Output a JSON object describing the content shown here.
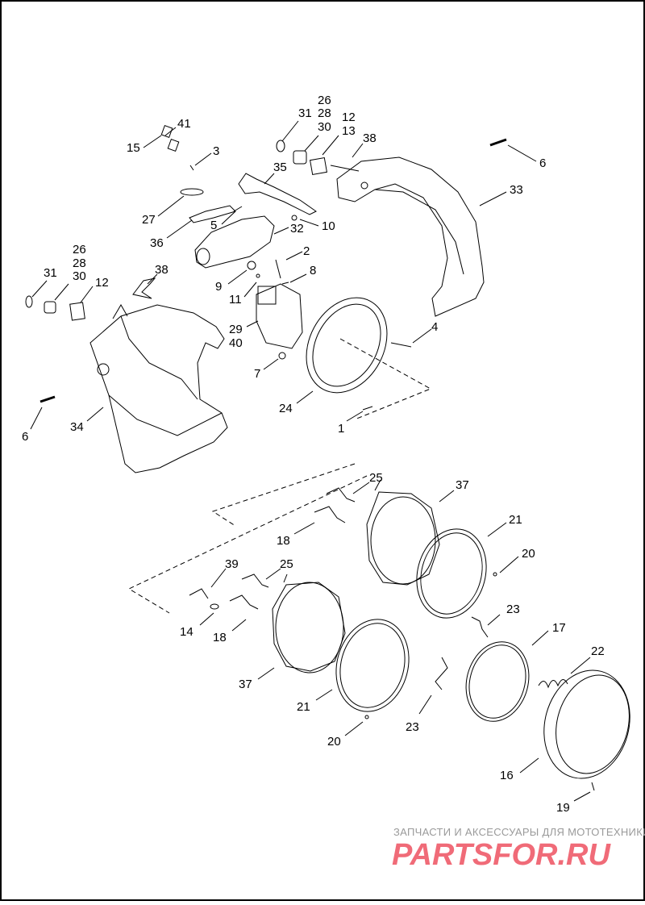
{
  "labels": [
    {
      "id": "l15",
      "text": "15"
    },
    {
      "id": "l41",
      "text": "41"
    },
    {
      "id": "l3",
      "text": "3"
    },
    {
      "id": "l27",
      "text": "27"
    },
    {
      "id": "l36",
      "text": "36"
    },
    {
      "id": "l5",
      "text": "5"
    },
    {
      "id": "l31a",
      "text": "31"
    },
    {
      "id": "l26a",
      "text": "26"
    },
    {
      "id": "l28a",
      "text": "28"
    },
    {
      "id": "l30a",
      "text": "30"
    },
    {
      "id": "l12a",
      "text": "12"
    },
    {
      "id": "l13",
      "text": "13"
    },
    {
      "id": "l38a",
      "text": "38"
    },
    {
      "id": "l35",
      "text": "35"
    },
    {
      "id": "l10",
      "text": "10"
    },
    {
      "id": "l32",
      "text": "32"
    },
    {
      "id": "l6a",
      "text": "6"
    },
    {
      "id": "l33",
      "text": "33"
    },
    {
      "id": "l2",
      "text": "2"
    },
    {
      "id": "l8",
      "text": "8"
    },
    {
      "id": "l9",
      "text": "9"
    },
    {
      "id": "l11",
      "text": "11"
    },
    {
      "id": "l29",
      "text": "29"
    },
    {
      "id": "l40",
      "text": "40"
    },
    {
      "id": "l7",
      "text": "7"
    },
    {
      "id": "l4",
      "text": "4"
    },
    {
      "id": "l24",
      "text": "24"
    },
    {
      "id": "l1",
      "text": "1"
    },
    {
      "id": "l26b",
      "text": "26"
    },
    {
      "id": "l28b",
      "text": "28"
    },
    {
      "id": "l30b",
      "text": "30"
    },
    {
      "id": "l31b",
      "text": "31"
    },
    {
      "id": "l12b",
      "text": "12"
    },
    {
      "id": "l38b",
      "text": "38"
    },
    {
      "id": "l34",
      "text": "34"
    },
    {
      "id": "l6b",
      "text": "6"
    },
    {
      "id": "l25a",
      "text": "25"
    },
    {
      "id": "l37a",
      "text": "37"
    },
    {
      "id": "l18a",
      "text": "18"
    },
    {
      "id": "l21a",
      "text": "21"
    },
    {
      "id": "l20a",
      "text": "20"
    },
    {
      "id": "l39",
      "text": "39"
    },
    {
      "id": "l25b",
      "text": "25"
    },
    {
      "id": "l14",
      "text": "14"
    },
    {
      "id": "l18b",
      "text": "18"
    },
    {
      "id": "l23a",
      "text": "23"
    },
    {
      "id": "l17",
      "text": "17"
    },
    {
      "id": "l37b",
      "text": "37"
    },
    {
      "id": "l21b",
      "text": "21"
    },
    {
      "id": "l20b",
      "text": "20"
    },
    {
      "id": "l23b",
      "text": "23"
    },
    {
      "id": "l22",
      "text": "22"
    },
    {
      "id": "l16",
      "text": "16"
    },
    {
      "id": "l19",
      "text": "19"
    }
  ],
  "watermark": {
    "tagline": "ЗАПЧАСТИ И АКСЕССУАРЫ ДЛЯ МОТОТЕХНИКИ",
    "logo": "PARTSFOR.RU"
  }
}
